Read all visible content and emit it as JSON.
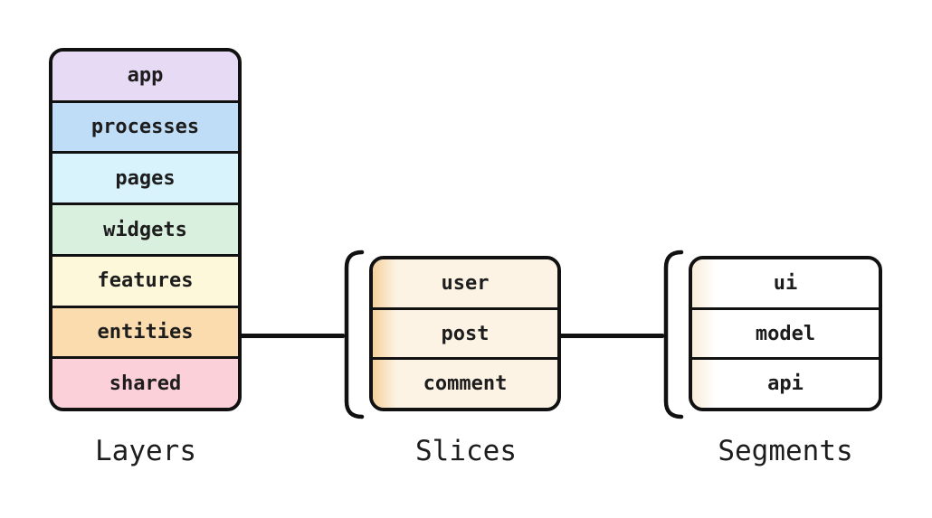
{
  "canvas": {
    "background": "#ffffff",
    "ink_color": "#111111",
    "text_color": "#1d1d1d"
  },
  "layers": {
    "label": "Layers",
    "items": [
      {
        "label": "app",
        "color": "#e6daf4"
      },
      {
        "label": "processes",
        "color": "#c0ddf8"
      },
      {
        "label": "pages",
        "color": "#d9f3fc"
      },
      {
        "label": "widgets",
        "color": "#d9f0de"
      },
      {
        "label": "features",
        "color": "#fdf8da"
      },
      {
        "label": "entities",
        "color": "#fbdcae"
      },
      {
        "label": "shared",
        "color": "#fcd0d8"
      }
    ]
  },
  "slices": {
    "label": "Slices",
    "row_color": "#fdf3e4",
    "strip_color": "#f6d3a2",
    "items": [
      {
        "label": "user"
      },
      {
        "label": "post"
      },
      {
        "label": "comment"
      }
    ]
  },
  "segments": {
    "label": "Segments",
    "row_color": "#ffffff",
    "strip_color": "#faeedd",
    "items": [
      {
        "label": "ui"
      },
      {
        "label": "model"
      },
      {
        "label": "api"
      }
    ]
  }
}
